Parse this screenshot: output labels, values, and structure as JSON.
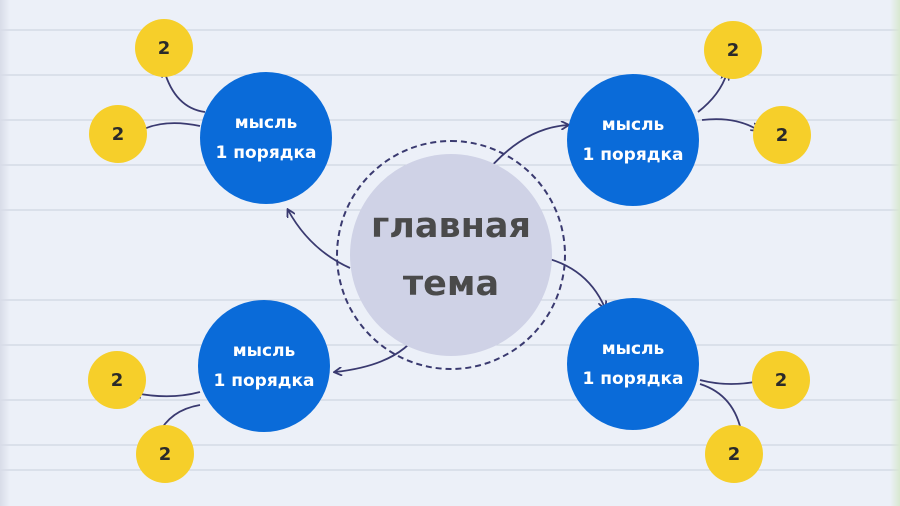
{
  "center": {
    "line1": "главная",
    "line2": "тема"
  },
  "primary_nodes": [
    {
      "line1": "мысль",
      "line2": "1 порядка"
    },
    {
      "line1": "мысль",
      "line2": "1 порядка"
    },
    {
      "line1": "мысль",
      "line2": "1 порядка"
    },
    {
      "line1": "мысль",
      "line2": "1 порядка"
    }
  ],
  "secondary_nodes": [
    {
      "label": "2"
    },
    {
      "label": "2"
    },
    {
      "label": "2"
    },
    {
      "label": "2"
    },
    {
      "label": "2"
    },
    {
      "label": "2"
    },
    {
      "label": "2"
    },
    {
      "label": "2"
    }
  ],
  "colors": {
    "background": "#ecf0f8",
    "center_fill": "#cfd2e6",
    "primary_fill": "#0a6bd9",
    "secondary_fill": "#f6cf2a",
    "arrow": "#3a3a70"
  }
}
